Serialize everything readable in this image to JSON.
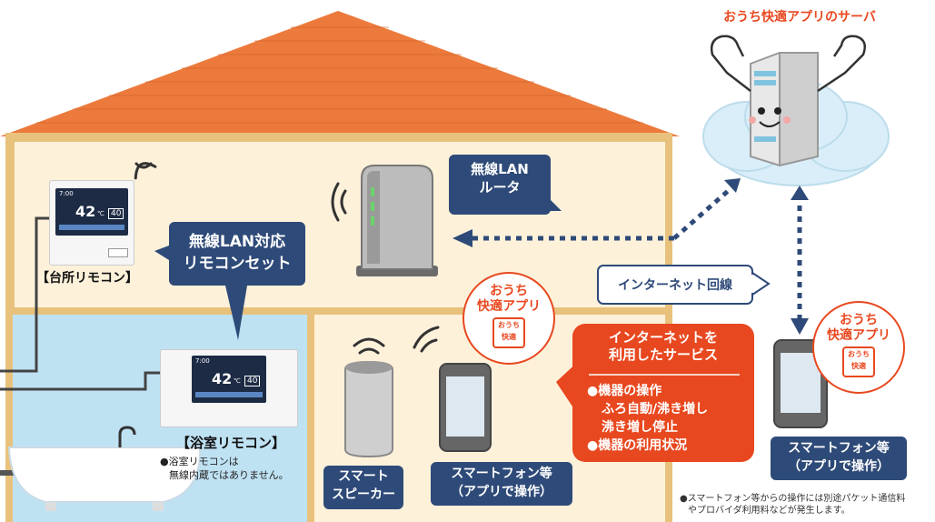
{
  "server": {
    "title": "おうち快適アプリのサーバ"
  },
  "router": {
    "line1": "無線LAN",
    "line2": "ルータ"
  },
  "wifi_set": {
    "line1": "無線LAN対応",
    "line2": "リモコンセット"
  },
  "kitchen": {
    "label": "【台所リモコン】",
    "time": "7:00",
    "temp": "42",
    "unit": "℃",
    "sub": "40"
  },
  "bath": {
    "label": "【浴室リモコン】",
    "note1": "●浴室リモコンは",
    "note2": "無線内蔵ではありません。",
    "time": "7:00",
    "temp": "42",
    "unit": "℃",
    "sub": "40"
  },
  "internet_line": "インターネット回線",
  "app_badge_left": {
    "line1": "おうち",
    "line2": "快適アプリ",
    "icon_top": "おうち",
    "icon_bottom": "快適"
  },
  "app_badge_right": {
    "line1": "おうち",
    "line2": "快適アプリ",
    "icon_top": "おうち",
    "icon_bottom": "快適"
  },
  "service": {
    "title1": "インターネットを",
    "title2": "利用したサービス",
    "b1": "●機器の操作",
    "b1a": "ふろ自動/沸き増し",
    "b1b": "沸き増し停止",
    "b2": "●機器の利用状況"
  },
  "speaker": {
    "line1": "スマート",
    "line2": "スピーカー"
  },
  "phone_mid": {
    "line1": "スマートフォン等",
    "line2": "（アプリで操作）"
  },
  "phone_right": {
    "line1": "スマートフォン等",
    "line2": "（アプリで操作）"
  },
  "footnote": {
    "line1": "●スマートフォン等からの操作には別途パケット通信料",
    "line2": "やプロバイダ利用料などが発生します。"
  },
  "colors": {
    "roof": "#ec7a3c",
    "house_border": "#e8c27c",
    "house_fill": "#fdf1da",
    "bath_fill": "#bfe2f3",
    "navy": "#2e4a78",
    "red": "#e8481f"
  }
}
